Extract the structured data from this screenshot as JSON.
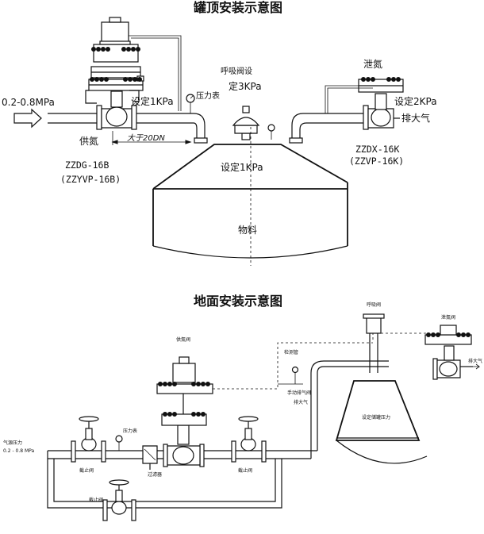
{
  "top_section": {
    "title": "罐顶安装示意图",
    "inlet_pressure": "0.2-0.8MPa",
    "supply_label": "供氮",
    "supply_model": "ZZDG-16B",
    "supply_model_alt": "(ZZYVP-16B)",
    "supply_setpoint": "设定1KPa",
    "pressure_gauge": "压力表",
    "distance_note": "大于20DN",
    "breather_valve": "呼吸阀设",
    "breather_setpoint": "定3KPa",
    "tank_setpoint": "设定1KPa",
    "tank_content": "物料",
    "vent_label": "泄氮",
    "vent_setpoint": "设定2KPa",
    "vent_exhaust": "排大气",
    "vent_model": "ZZDX-16K",
    "vent_model_alt": "(ZZVP-16K)"
  },
  "bottom_section": {
    "title": "地面安装示意图",
    "inlet_pressure_1": "气源压力",
    "inlet_pressure_2": "0.2 - 0.8 MPa",
    "stop_valve": "截止阀",
    "pressure_gauge": "压力表",
    "filter": "过滤器",
    "supply_valve": "供氮阀",
    "sense_line": "检测管",
    "breather_valve": "呼吸阀",
    "vent_valve": "泄氮阀",
    "manual_vent": "手动排气阀",
    "to_atmosphere": "排大气",
    "tank_setpoint": "设定储罐压力",
    "vent_exhaust": "排大气"
  }
}
